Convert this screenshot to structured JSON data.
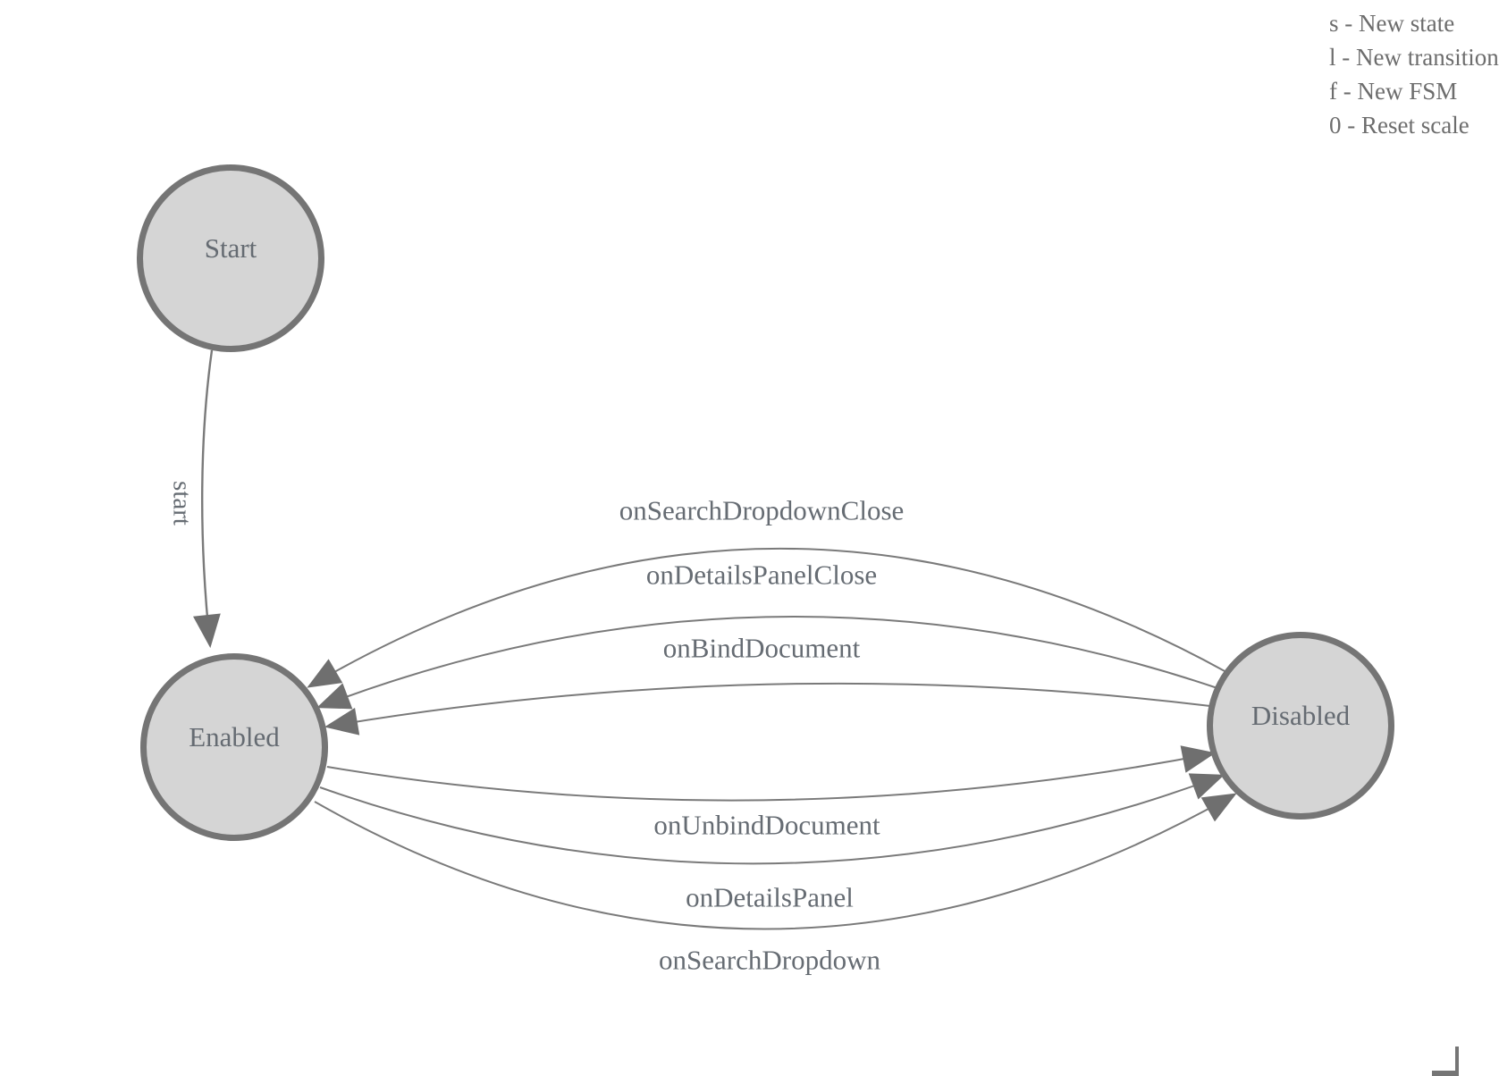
{
  "legend": {
    "items": [
      {
        "key": "s",
        "text": "s - New state"
      },
      {
        "key": "l",
        "text": "l - New transition"
      },
      {
        "key": "f",
        "text": "f - New FSM"
      },
      {
        "key": "0",
        "text": "0 - Reset scale"
      }
    ]
  },
  "diagram": {
    "states": [
      {
        "id": "start",
        "label": "Start"
      },
      {
        "id": "enabled",
        "label": "Enabled"
      },
      {
        "id": "disabled",
        "label": "Disabled"
      }
    ],
    "transitions": [
      {
        "label": "start",
        "from": "Start",
        "to": "Enabled"
      },
      {
        "label": "onSearchDropdownClose",
        "from": "Disabled",
        "to": "Enabled"
      },
      {
        "label": "onDetailsPanelClose",
        "from": "Disabled",
        "to": "Enabled"
      },
      {
        "label": "onBindDocument",
        "from": "Disabled",
        "to": "Enabled"
      },
      {
        "label": "onUnbindDocument",
        "from": "Enabled",
        "to": "Disabled"
      },
      {
        "label": "onDetailsPanel",
        "from": "Enabled",
        "to": "Disabled"
      },
      {
        "label": "onSearchDropdown",
        "from": "Enabled",
        "to": "Disabled"
      }
    ]
  },
  "colors": {
    "node_fill": "#d5d5d5",
    "node_border": "#757575",
    "edge_stroke": "#7a7a7a",
    "arrowhead": "#6f6f6f",
    "graph_text": "#656b72",
    "legend_text": "#6d6d6d",
    "background": "#ffffff"
  }
}
